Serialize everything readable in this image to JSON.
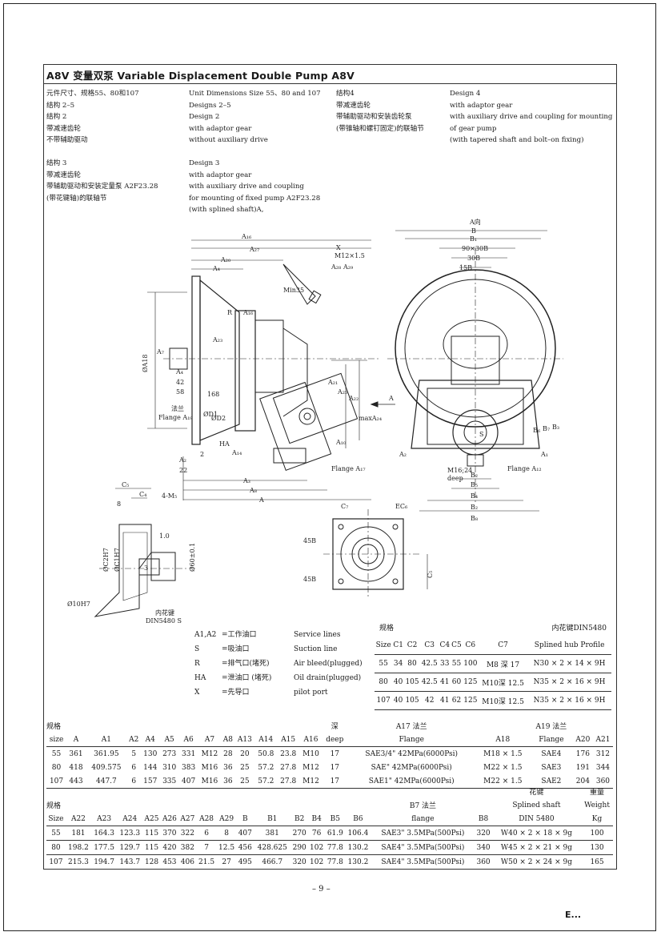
{
  "title": "A8V 变量双泵 Variable Displacement   Double Pump A8V",
  "desc_blocks": [
    "元件尺寸、规格55、80和107\n结构 2–5\n结构 2\n带减速齿轮\n不带辅助驱动",
    "Unit Dimensions Size 55、80 and 107\nDesigns 2–5\nDesign 2\nwith adaptor gear\nwithout auxiliary drive",
    "结构4\n带减速齿轮\n带辅助驱动和安装齿轮泵\n(带锥轴和螺钉固定)的联轴节",
    "Design 4\nwith adaptor gear\nwith auxiliary drive and coupling for mounting\nof gear pump\n(with tapered shaft and bolt–on fixing)",
    "结构 3\n带减速齿轮\n带辅助驱动和安装定量泵 A2F23.28\n(带花键轴)的联轴节",
    "Design 3\nwith adaptor gear\nwith auxiliary drive and coupling\nfor mounting of fixed pump A2F23.28\n(with splined shaft)A,"
  ],
  "drawing_labels": {
    "a16": "A₁₆",
    "a27": "A₂₇",
    "a20": "A₂₀",
    "a4": "A₄",
    "x": "X",
    "m12": "M12×1.5",
    "a28": "A₂₈",
    "a29": "A₂₉",
    "min35": "Min35",
    "r": "R",
    "a16b": "A₁₆",
    "a23": "A₂₃",
    "a18": "ØA18",
    "a7": "A₇",
    "a4b": "A₄",
    "n42": "42",
    "n58": "58",
    "flange_zh": "法兰",
    "flange_a19": "Flange A₁₉",
    "d1": "ØD1",
    "d2": "ØD2",
    "n168": "168",
    "ha": "HA",
    "a2": "A₂",
    "n2": "2",
    "n22": "22",
    "a14": "A₁₄",
    "a3": "A₃",
    "a8": "A₈",
    "a": "A",
    "a21": "A₂₁",
    "a25": "A₂₅",
    "a22": "A₂₂",
    "maxa24": "maxA₂₄",
    "a10": "A₁₀",
    "flange_a17": "Flange A₁₇",
    "arrow_a": "A",
    "view_a": "A向",
    "b": "B",
    "b1": "B₁",
    "b90": "90×30B",
    "b30": "30B",
    "b15": "15B",
    "s": "S",
    "a2r": "A₂",
    "a1r": "A₁",
    "m16": "M16;24",
    "deep": "deep",
    "flange_a12": "Flange A₁₂",
    "b2s": "B₂",
    "b5": "B₅",
    "b4": "B₄",
    "b2": "B₂",
    "b8": "B₈",
    "b6": "B₆",
    "b7": "B₇",
    "b3": "B₃",
    "c5": "C₅",
    "c4": "C₄",
    "m5": "4-M₅",
    "n8": "8",
    "n1": "1.0",
    "n3": "3",
    "c2h7": "ØC2H7",
    "c1h7": "ØC1H7",
    "d60": "Ø60±0.1",
    "d10": "Ø10H7",
    "spline_zh": "内花键",
    "din": "DIN5480 S",
    "c7": "C₇",
    "c6": "EC₆",
    "n45a": "45B",
    "n45b": "45B",
    "c5b": "C₅"
  },
  "legend": [
    {
      "code": "A1,A2",
      "zh": "=工作油口",
      "en": "Service lines"
    },
    {
      "code": "S",
      "zh": "=吸油口",
      "en": "Suction line"
    },
    {
      "code": "R",
      "zh": "=排气口(堵死)",
      "en": "Air bleed(plugged)"
    },
    {
      "code": "HA",
      "zh": "=泄油口 (堵死)",
      "en": "Oil drain(plugged)"
    },
    {
      "code": "X",
      "zh": "=先导口",
      "en": "pilot port"
    }
  ],
  "spline_table": {
    "label_zh": "规格",
    "profile_zh": "内花键DIN5480",
    "headers": [
      "Size",
      "C1",
      "C2",
      "C3",
      "C4",
      "C5",
      "C6",
      "C7",
      "Splined hub Profile"
    ],
    "rows": [
      [
        "55",
        "34",
        "80",
        "42.5",
        "33",
        "55",
        "100",
        "M8 深 17",
        "N30 × 2 × 14 × 9H"
      ],
      [
        "80",
        "40",
        "105",
        "42.5",
        "41",
        "60",
        "125",
        "M10深 12.5",
        "N35 × 2 × 16 × 9H"
      ],
      [
        "107",
        "40",
        "105",
        "42",
        "41",
        "62",
        "125",
        "M10深 12.5",
        "N35 × 2 × 16 × 9H"
      ]
    ]
  },
  "table1": {
    "label_zh": "规格",
    "deep_zh": "深",
    "a17_zh": "A17 法兰",
    "a19_zh": "A19 法兰",
    "headers": [
      "size",
      "A",
      "A1",
      "A2",
      "A4",
      "A5",
      "A6",
      "A7",
      "A8",
      "A13",
      "A14",
      "A15",
      "A16",
      "deep",
      "Flange",
      "A18",
      "Flange",
      "A20",
      "A21"
    ],
    "rows": [
      [
        "55",
        "361",
        "361.95",
        "5",
        "130",
        "273",
        "331",
        "M12",
        "28",
        "20",
        "50.8",
        "23.8",
        "M10",
        "17",
        "SAE3/4\" 42MPa(6000Psi)",
        "M18 × 1.5",
        "SAE4",
        "176",
        "312"
      ],
      [
        "80",
        "418",
        "409.575",
        "6",
        "144",
        "310",
        "383",
        "M16",
        "36",
        "25",
        "57.2",
        "27.8",
        "M12",
        "17",
        "SAE\" 42MPa(6000Psi)",
        "M22 × 1.5",
        "SAE3",
        "191",
        "344"
      ],
      [
        "107",
        "443",
        "447.7",
        "6",
        "157",
        "335",
        "407",
        "M16",
        "36",
        "25",
        "57.2",
        "27.8",
        "M12",
        "17",
        "SAE1\" 42MPa(6000Psi)",
        "M22 × 1.5",
        "SAE2",
        "204",
        "360"
      ]
    ]
  },
  "table2": {
    "spline_zh": "花键",
    "weight_zh": "重量",
    "label_zh": "规格",
    "b7_zh": "B7 法兰",
    "splined_shaft": "Splined shaft",
    "weight": "Weight",
    "headers": [
      "Size",
      "A22",
      "A23",
      "A24",
      "A25",
      "A26",
      "A27",
      "A28",
      "A29",
      "B",
      "B1",
      "B2",
      "B4",
      "B5",
      "B6",
      "flange",
      "B8",
      "DIN 5480",
      "Kg"
    ],
    "rows": [
      [
        "55",
        "181",
        "164.3",
        "123.3",
        "115",
        "370",
        "322",
        "6",
        "8",
        "407",
        "381",
        "270",
        "76",
        "61.9",
        "106.4",
        "SAE3\" 3.5MPa(500Psi)",
        "320",
        "W40 × 2 × 18 × 9g",
        "100"
      ],
      [
        "80",
        "198.2",
        "177.5",
        "129.7",
        "115",
        "420",
        "382",
        "7",
        "12.5",
        "456",
        "428.625",
        "290",
        "102",
        "77.8",
        "130.2",
        "SAE4\" 3.5MPa(500Psi)",
        "340",
        "W45 × 2 × 21 × 9g",
        "130"
      ],
      [
        "107",
        "215.3",
        "194.7",
        "143.7",
        "128",
        "453",
        "406",
        "21.5",
        "27",
        "495",
        "466.7",
        "320",
        "102",
        "77.8",
        "130.2",
        "SAE4\" 3.5MPa(500Psi)",
        "360",
        "W50 × 2 × 24 × 9g",
        "165"
      ]
    ]
  },
  "page_number": "– 9 –",
  "logo_text": "E..."
}
